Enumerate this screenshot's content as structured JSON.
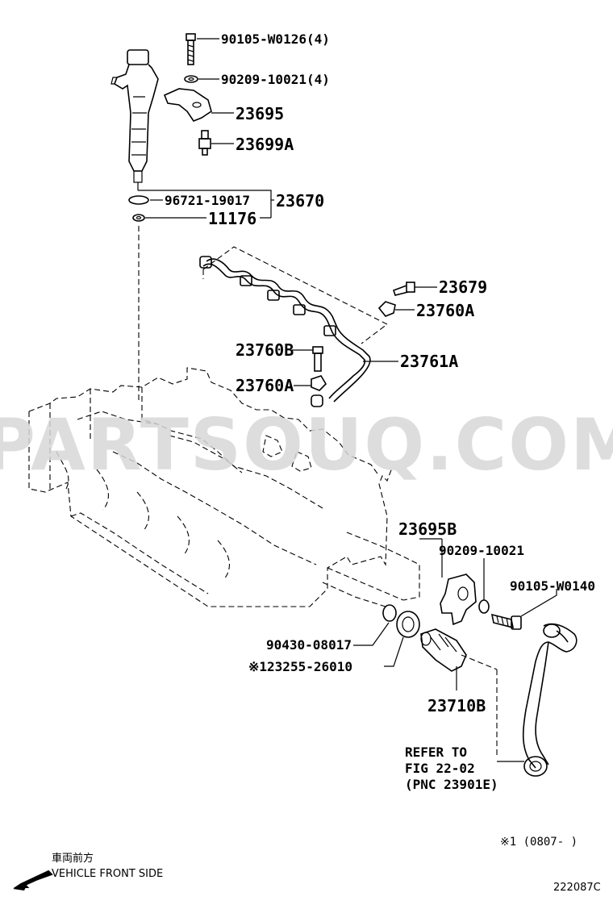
{
  "labels": {
    "p90105_w0126": "90105-W0126(4)",
    "p90209_10021_4": "90209-10021(4)",
    "p23695": "23695",
    "p23699a": "23699A",
    "p96721_19017": "96721-19017",
    "p23670": "23670",
    "p11176": "11176",
    "p23679": "23679",
    "p23760a_top": "23760A",
    "p23760b": "23760B",
    "p23761a": "23761A",
    "p23760a_bottom": "23760A",
    "p23695b": "23695B",
    "p90209_10021": "90209-10021",
    "p90105_w0140": "90105-W0140",
    "p90430_08017": "90430-08017",
    "p23255_26010": "※123255-26010",
    "p23710b": "23710B"
  },
  "refer": {
    "line1": "REFER TO",
    "line2": "FIG 22-02",
    "line3": "(PNC 23901E)"
  },
  "footnote": "※1 (0807-    )",
  "direction": {
    "japanese": "車両前方",
    "english": "VEHICLE FRONT SIDE"
  },
  "figure_code": "222087C",
  "watermark": "PARTSOUQ.COM"
}
